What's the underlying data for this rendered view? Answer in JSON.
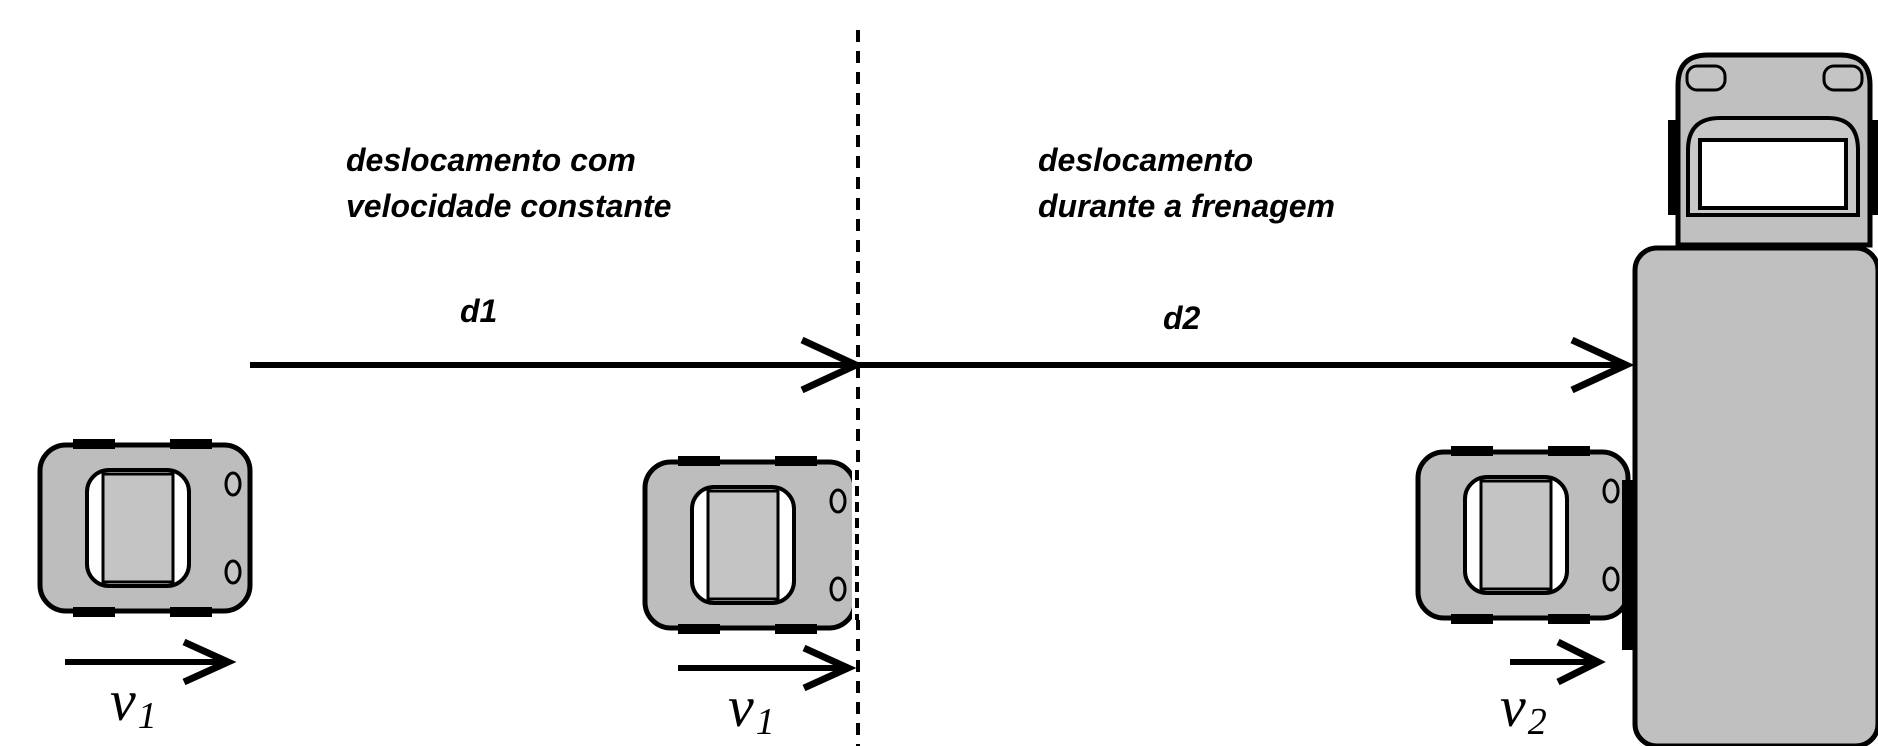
{
  "diagram": {
    "caption_left": [
      "deslocamento com",
      "velocidade constante"
    ],
    "caption_right": [
      "deslocamento",
      "durante a frenagem"
    ],
    "distance_1": "d1",
    "distance_2": "d2",
    "velocity_1": {
      "symbol": "v",
      "subscript": "1"
    },
    "velocity_2": {
      "symbol": "v",
      "subscript": "2"
    }
  },
  "colors": {
    "vehicle_fill": "#bdbdbd",
    "outline": "#000000",
    "background": "#ffffff"
  }
}
